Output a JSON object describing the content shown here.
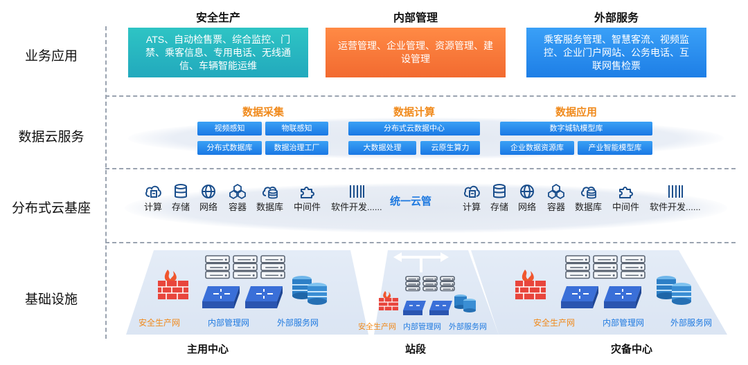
{
  "rows": {
    "business": "业务应用",
    "data_cloud": "数据云服务",
    "distributed": "分布式云基座",
    "infrastructure": "基础设施"
  },
  "business": {
    "columns": [
      {
        "title": "安全生产",
        "lines": [
          "ATS、自动检售票、综合监控、门",
          "禁、乘客信息、专用电话、无线通",
          "信、车辆智能运维"
        ],
        "color": "#2cbcc0"
      },
      {
        "title": "内部管理",
        "lines": [
          "运营管理、企业管理、资源管理、建",
          "设管理"
        ],
        "color": "#f7793a"
      },
      {
        "title": "外部服务",
        "lines": [
          "乘客服务管理、智慧客流、视频监",
          "控、企业门户网站、公务电话、互",
          "联网售检票"
        ],
        "color": "#2e8ff0"
      }
    ]
  },
  "data_cloud": {
    "groups": [
      {
        "title": "数据采集",
        "tags": [
          "视频感知",
          "物联感知",
          "分布式数据库",
          "数据治理工厂"
        ]
      },
      {
        "title": "数据计算",
        "tags": [
          "分布式云数据中心",
          "大数据处理",
          "云原生算力"
        ]
      },
      {
        "title": "数据应用",
        "tags": [
          "数字城轨模型库",
          "企业数据资源库",
          "产业智能模型库"
        ]
      }
    ]
  },
  "distributed": {
    "center_label": "统一云管",
    "items": [
      "计算",
      "存储",
      "网络",
      "容器",
      "数据库",
      "中间件",
      "软件开发......"
    ],
    "icons": [
      "compute-icon",
      "storage-icon",
      "network-icon",
      "container-icon",
      "database-icon",
      "middleware-icon",
      "software-dev-icon"
    ]
  },
  "infrastructure": {
    "sites": [
      "主用中心",
      "站段",
      "灾备中心"
    ],
    "networks": [
      "安全生产网",
      "内部管理网",
      "外部服务网"
    ],
    "network_colors": [
      "#f08a1c",
      "#1f7ae0",
      "#1f7ae0"
    ]
  }
}
